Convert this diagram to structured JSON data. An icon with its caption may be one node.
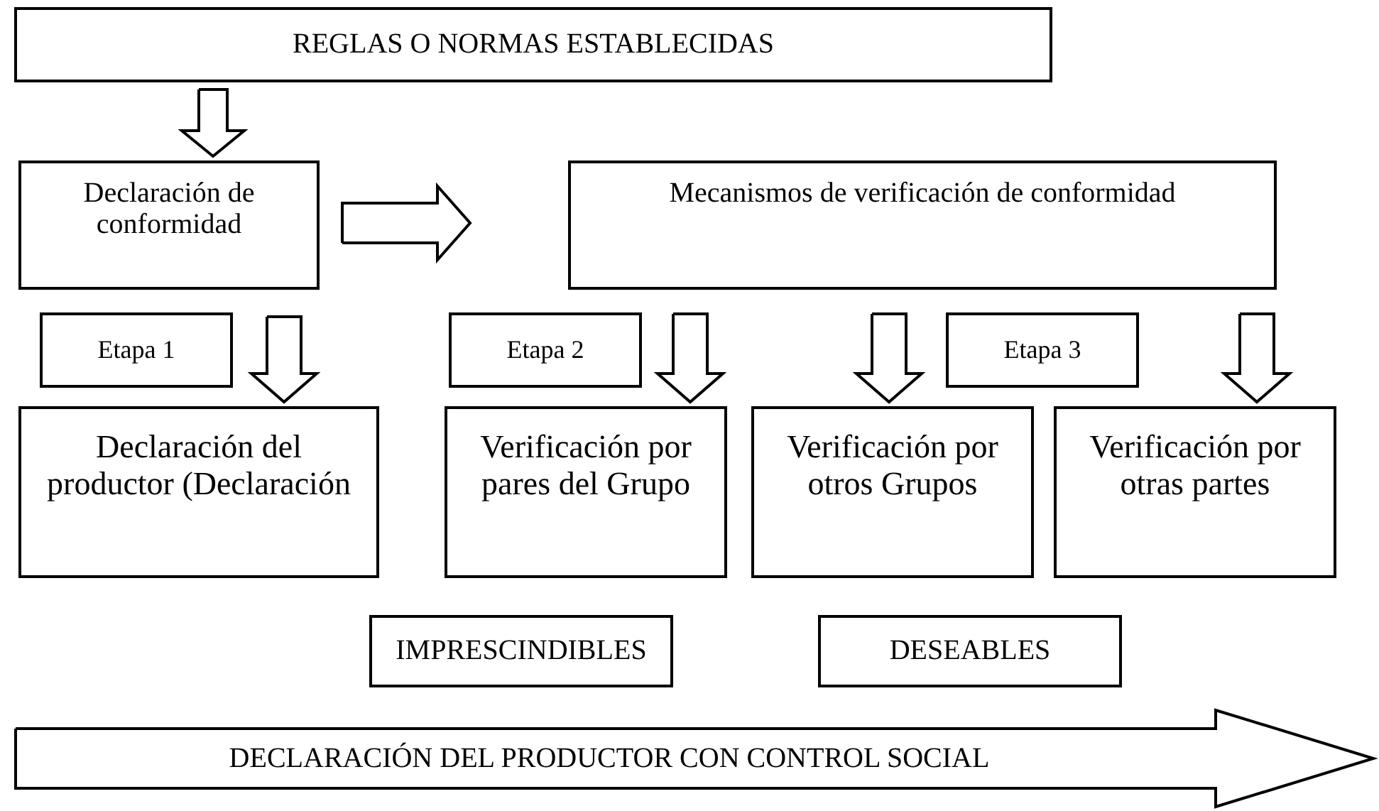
{
  "diagram": {
    "nodes": [
      {
        "text": [
          "REGLAS O NORMAS ESTABLECIDAS"
        ]
      },
      {
        "text": [
          "Declaración de conformidad"
        ]
      },
      {
        "text": [
          "Mecanismos de verificación de conformidad"
        ]
      },
      {
        "text": [
          "Etapa 1"
        ]
      },
      {
        "text": [
          "Etapa 2"
        ]
      },
      {
        "text": [
          "Etapa 3"
        ]
      },
      {
        "text": [
          "Declaración del productor (Declaración"
        ]
      },
      {
        "text": [
          "Verificación por pares del Grupo"
        ]
      },
      {
        "text": [
          "Verificación por otros Grupos"
        ]
      },
      {
        "text": [
          "Verificación por otras partes"
        ]
      },
      {
        "text": [
          "IMPRESCINDIBLES"
        ]
      },
      {
        "text": [
          "DESEABLES"
        ]
      },
      {
        "text": [
          "DECLARACIÓN DEL PRODUCTOR CON CONTROL SOCIAL"
        ]
      }
    ],
    "edges": [
      {
        "from": 0,
        "to": 1,
        "arrow": "to"
      },
      {
        "from": 1,
        "to": 2,
        "arrow": "to"
      },
      {
        "from": 1,
        "to": 6,
        "arrow": "to"
      },
      {
        "from": 2,
        "to": 7,
        "arrow": "to"
      },
      {
        "from": 2,
        "to": 8,
        "arrow": "to"
      },
      {
        "from": 2,
        "to": 9,
        "arrow": "to"
      }
    ]
  }
}
